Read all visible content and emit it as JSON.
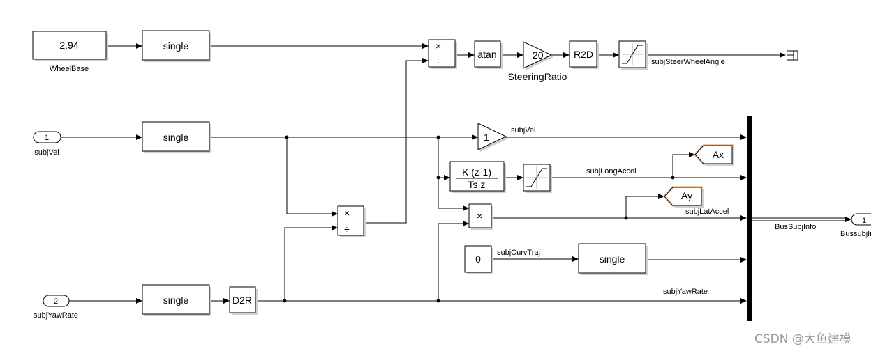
{
  "blocks": {
    "wheelbase_const": "2.94",
    "wheelbase_label": "WheelBase",
    "single_1": "single",
    "single_2": "single",
    "single_3": "single",
    "single_4": "single",
    "inport_1_num": "1",
    "inport_1_label": "subjVel",
    "inport_2_num": "2",
    "inport_2_label": "subjYawRate",
    "product_times": "×",
    "product_divide": "÷",
    "atan": "atan",
    "gain_steer": "20",
    "gain_steer_label": "SteeringRatio",
    "r2d": "R2D",
    "d2r": "D2R",
    "gain_1": "1",
    "deriv_num": "K (z-1)",
    "deriv_den": "Ts z",
    "goto_ax": "Ax",
    "goto_ay": "Ay",
    "const_zero": "0",
    "outport_num": "1",
    "outport_label": "BussubjInfo"
  },
  "signals": {
    "steer_angle": "subjSteerWheelAngle",
    "vel": "subjVel",
    "long_accel": "subjLongAccel",
    "lat_accel": "subjLatAccel",
    "curv_traj": "subjCurvTraj",
    "yaw_rate": "subjYawRate",
    "bus": "BusSubjInfo"
  },
  "watermark": "CSDN @大鱼建模"
}
